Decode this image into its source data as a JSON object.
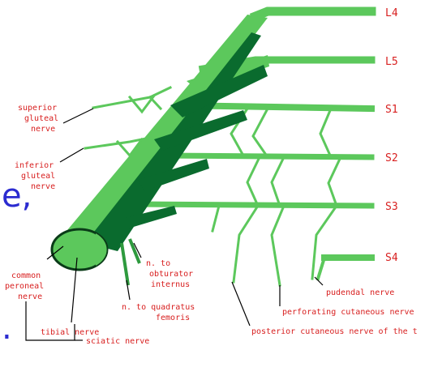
{
  "roots": [
    "L4",
    "L5",
    "S1",
    "S2",
    "S3",
    "S4"
  ],
  "labels": {
    "superior_gluteal": [
      "superior",
      "gluteal",
      "nerve"
    ],
    "inferior_gluteal": [
      "inferior",
      "gluteal",
      "nerve"
    ],
    "common_peroneal": [
      "common",
      "peroneal",
      "nerve"
    ],
    "tibial": "tibial nerve",
    "sciatic": "sciatic nerve",
    "obturator_internus": [
      "n. to",
      "obturator",
      "internus"
    ],
    "quadratus_femoris": [
      "n. to quadratus",
      "femoris"
    ],
    "pudendal": "pudendal nerve",
    "perforating_cutaneous": "perforating cutaneous nerve",
    "posterior_cutaneous": "posterior cutaneous nerve of the t"
  },
  "background_text": {
    "fragment_1": "e,",
    "fragment_2": "."
  },
  "colors": {
    "light_green": "#5cc85c",
    "dark_green": "#0a6b2e",
    "mid_green": "#2e9a3e",
    "label_red": "#d82020",
    "leader_black": "#000000",
    "background_text_blue": "#2b2bd0"
  }
}
